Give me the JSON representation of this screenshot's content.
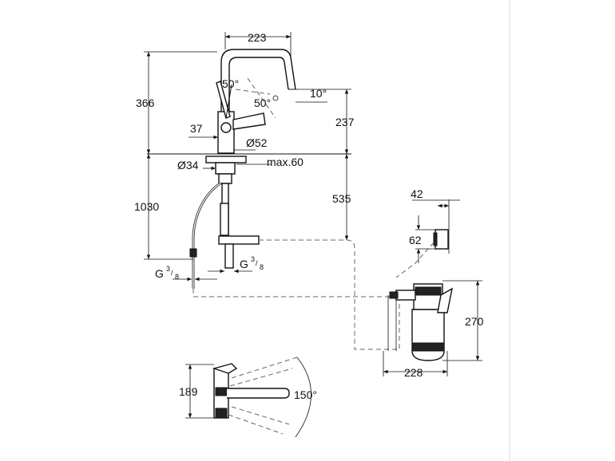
{
  "panel_divider_color": "#d8d8d8",
  "dimensions": {
    "spout_reach": "223",
    "swivel_angle_a": "50°",
    "swivel_angle_b": "50°",
    "spout_tilt": "10°",
    "total_height": "366",
    "height_above_deck": "237",
    "lever_offset": "37",
    "body_diameter": "Ø52",
    "shank_diameter": "Ø34",
    "max_deck": "max.60",
    "hose_length": "1030",
    "below_deck": "535",
    "thread_left_base": "G",
    "thread_left_num": "3",
    "thread_left_den": "8",
    "thread_right_base": "G",
    "thread_right_num": "3",
    "thread_right_den": "8",
    "battery_width": "42",
    "battery_height": "62",
    "filter_height": "270",
    "filter_width": "228",
    "plan_depth": "189",
    "rotation_angle": "150°"
  }
}
